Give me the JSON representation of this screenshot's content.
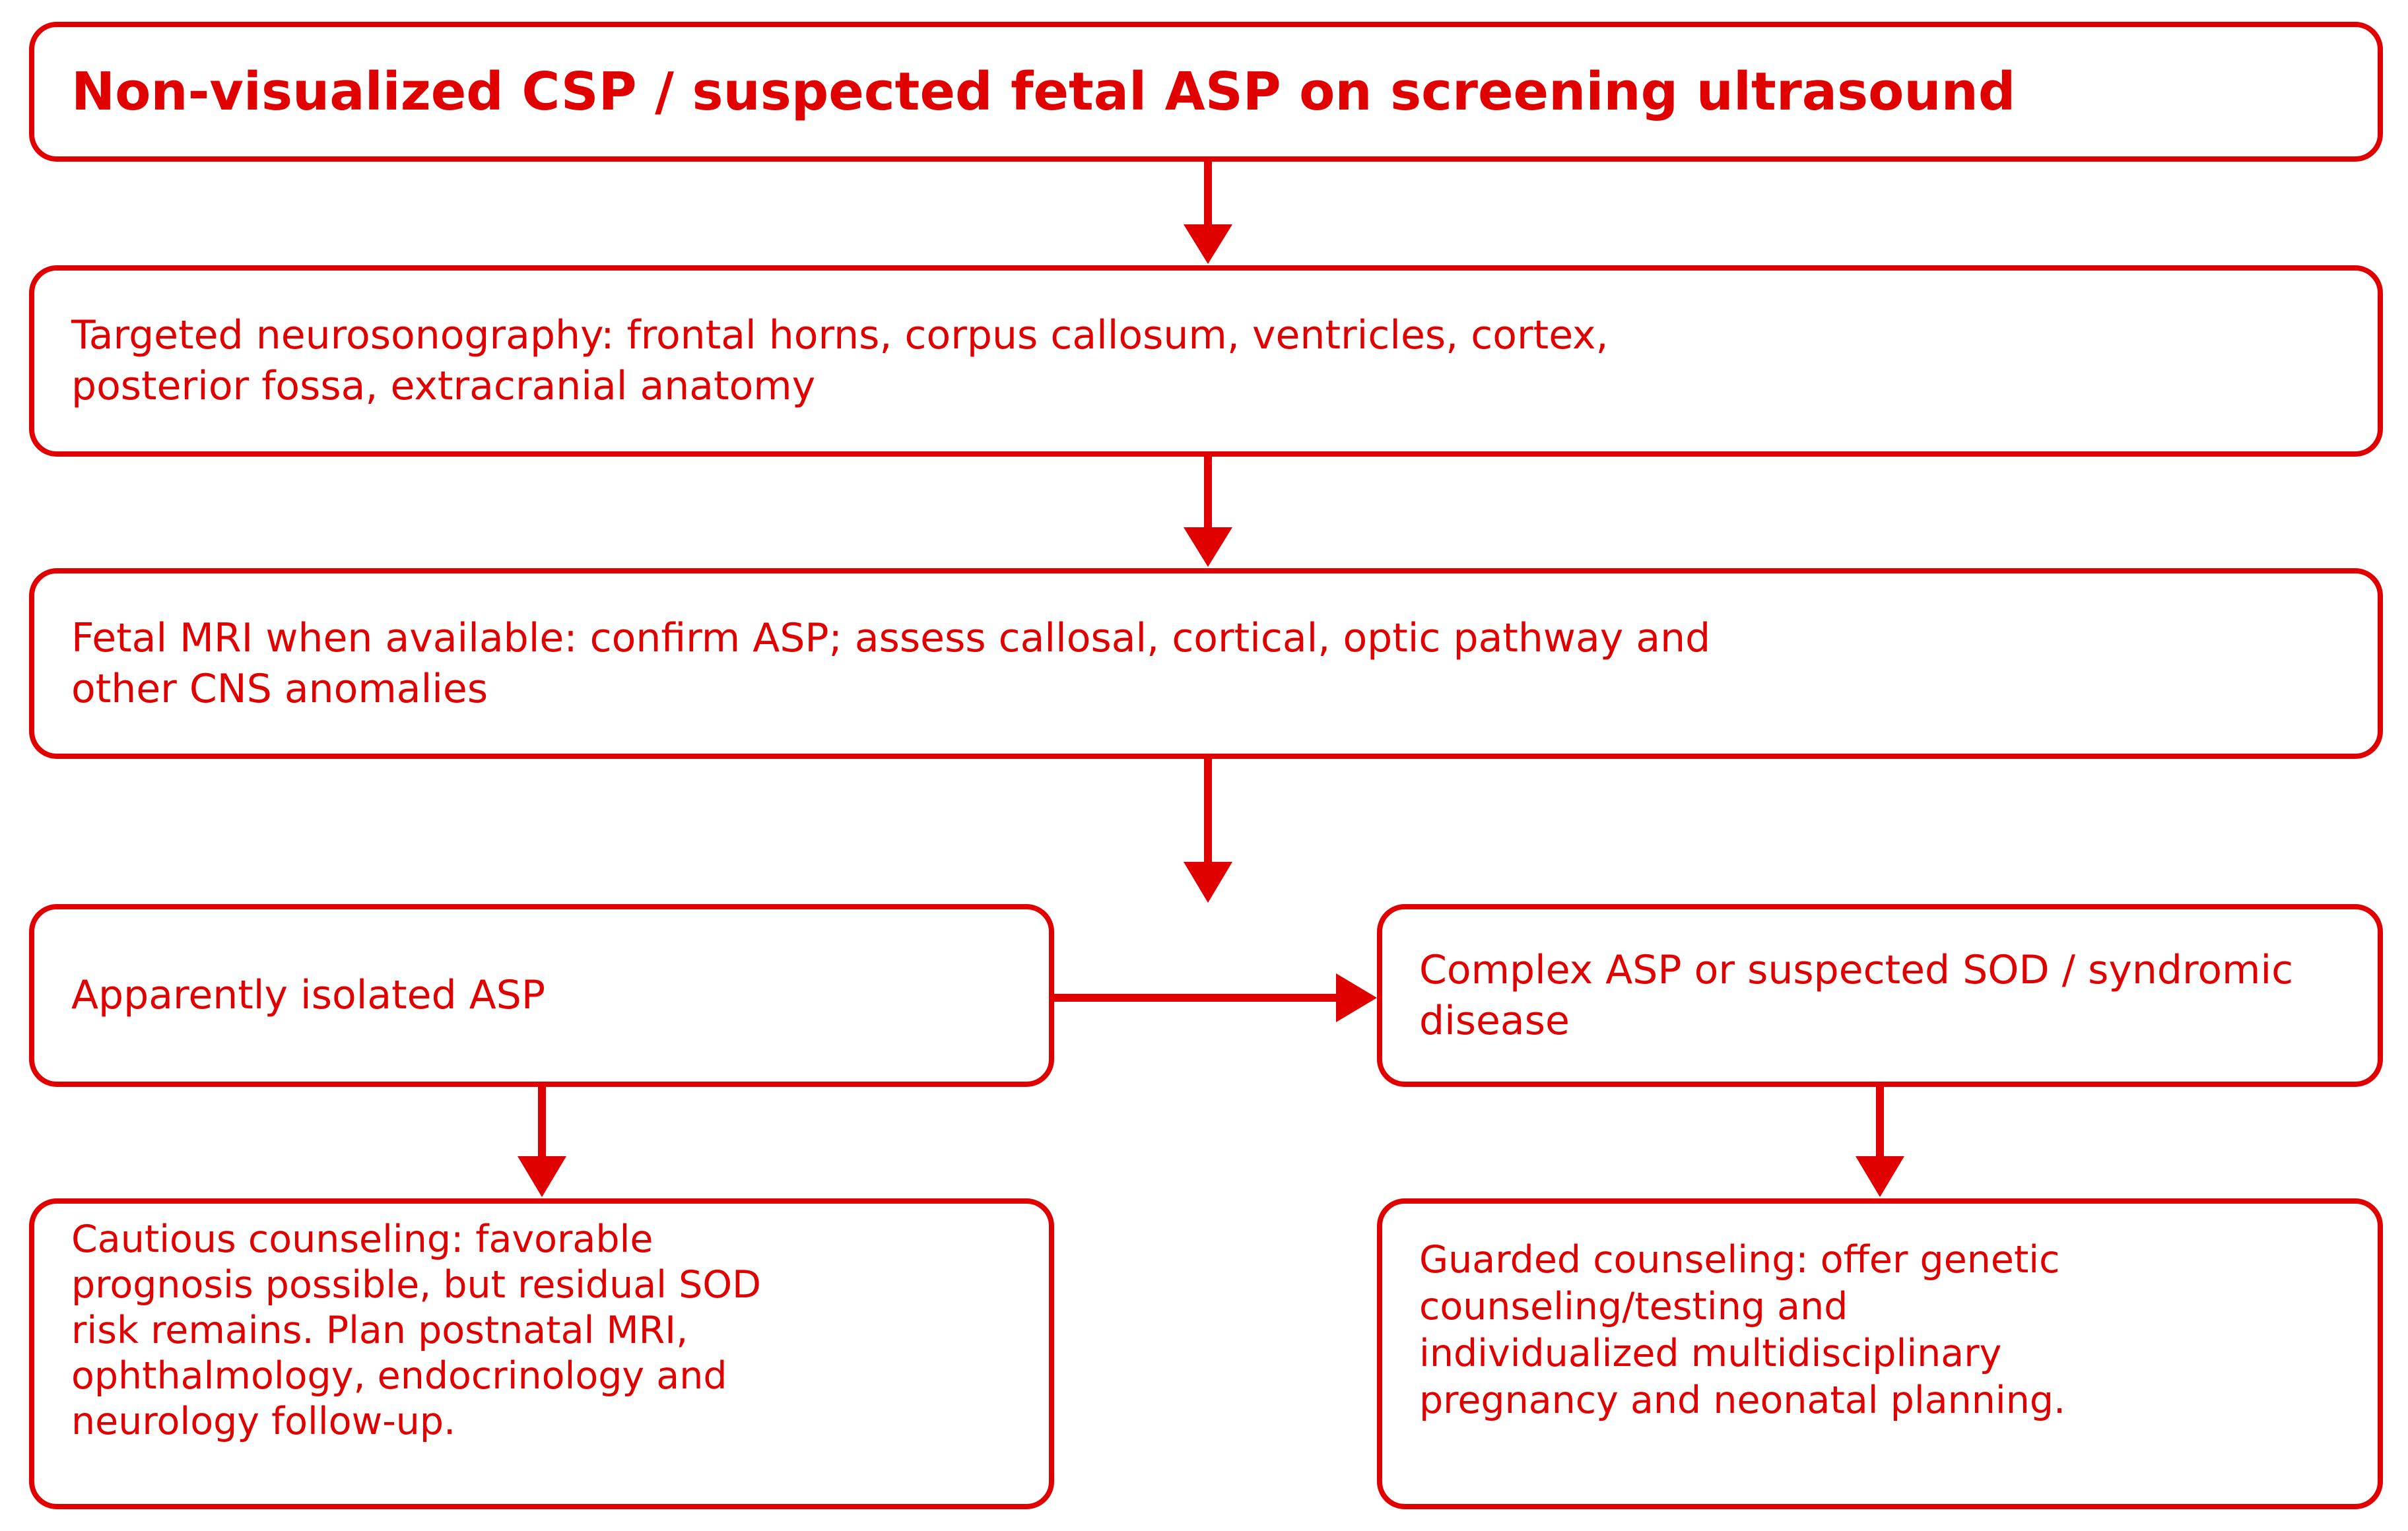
{
  "flowchart": {
    "accent_color": "#e00000",
    "start": "Non-visualized CSP / suspected fetal ASP on screening ultrasound",
    "neurosonography": "Targeted neurosonography: frontal horns, corpus callosum, ventricles, cortex,\nposterior fossa, extracranial anatomy",
    "fetal_mri": "Fetal MRI when available: confirm ASP; assess callosal, cortical, optic pathway and\nother CNS anomalies",
    "isolated_asp": "Apparently isolated ASP",
    "complex_asp": "Complex ASP or suspected SOD / syndromic\ndisease",
    "cautious_counseling": "Cautious counseling: favorable\nprognosis possible, but residual SOD\nrisk remains. Plan postnatal MRI,\nophthalmology, endocrinology and\nneurology follow-up.",
    "guarded_counseling": "Guarded counseling: offer genetic\ncounseling/testing and\nindividualized multidisciplinary\npregnancy and neonatal planning."
  }
}
